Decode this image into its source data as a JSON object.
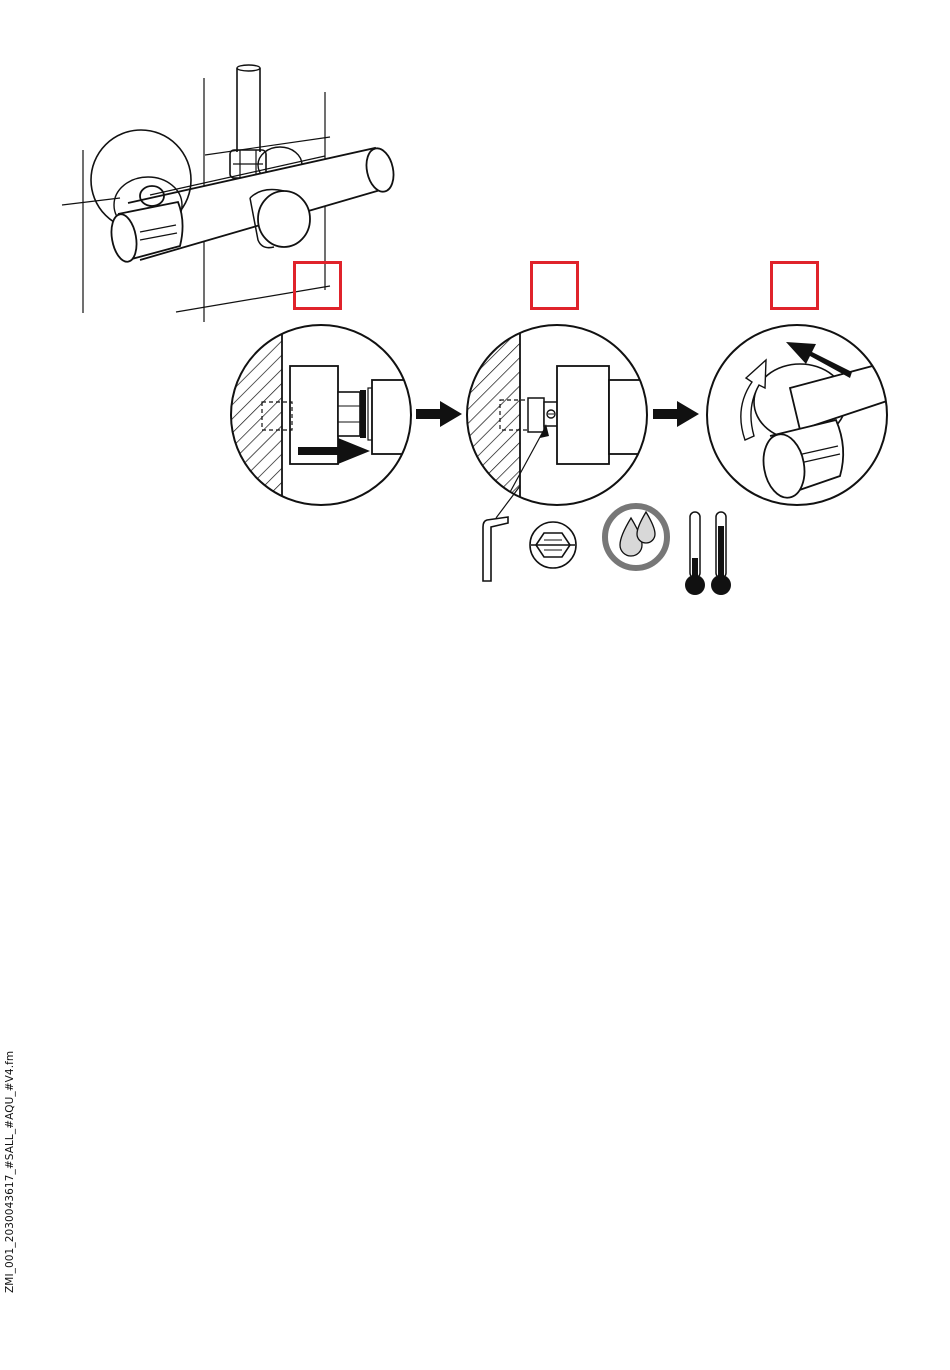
{
  "document": {
    "footer_code": "ZMI_001_2030043617_#SALL_#AQU_#V4.fm"
  },
  "steps": [
    {
      "name": "step-1-box",
      "label": ""
    },
    {
      "name": "step-2-box",
      "label": ""
    },
    {
      "name": "step-3-box",
      "label": ""
    }
  ],
  "icons": [
    "allen-key-icon",
    "hex-socket-icon",
    "water-drops-icon",
    "thermometer-icon"
  ],
  "colors": {
    "line": "#111111",
    "step_box": "#e0232b",
    "drops_ring": "#777777",
    "drops_fill": "#cfcfcf"
  }
}
